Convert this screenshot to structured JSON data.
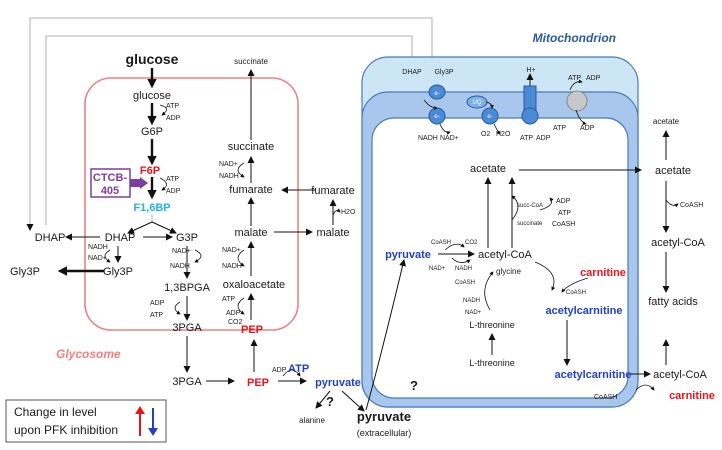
{
  "compartments": {
    "mitochondrion": "Mitochondrion",
    "glycosome": "Glycosome"
  },
  "glycolysis": {
    "glucose_ext": "glucose",
    "glucose": "glucose",
    "g6p": "G6P",
    "f6p": "F6P",
    "f16bp": "F1,6BP",
    "inhibitor": "CTCB-\n405",
    "inhibitor_line1": "CTCB-",
    "inhibitor_line2": "405",
    "dhap_in": "DHAP",
    "g3p": "G3P",
    "bpga": "1,3BPGA",
    "pga_in": "3PGA",
    "gly3p_in": "Gly3P",
    "dhap_out": "DHAP",
    "gly3p_out": "Gly3P",
    "pga_out": "3PGA",
    "pep_in": "PEP",
    "pep_out": "PEP",
    "pyruvate": "pyruvate",
    "pyruvate_ext": "pyruvate",
    "extracellular": "(extracellular)",
    "alanine": "alanine",
    "q1": "?",
    "q2": "?",
    "atp_blue": "ATP"
  },
  "succinate_branch": {
    "succinate_top": "succinate",
    "succinate": "succinate",
    "fumarate_in": "fumarate",
    "fumarate_out": "fumarate",
    "malate_in": "malate",
    "malate_out": "malate",
    "oxaloacetate": "oxaloacetate",
    "h2o": "H2O"
  },
  "cofactors": {
    "atp": "ATP",
    "adp": "ADP",
    "nad": "NAD+",
    "nadh": "NADH",
    "co2": "CO2",
    "coash": "CoASH",
    "succ_coa": "succ-CoA",
    "o2": "O2",
    "h_plus": "H+",
    "e_minus": "e-",
    "ubq": "UQ"
  },
  "mito": {
    "dhap": "DHAP",
    "gly3p": "Gly3P",
    "acetate": "acetate",
    "acetyl_coa": "acetyl-CoA",
    "pyruvate": "pyruvate",
    "glycine": "glycine",
    "l_threonine": "L-threonine",
    "l_threonine_out": "L-threonine",
    "carnitine": "carnitine",
    "acetylcarnitine": "acetylcarnitine",
    "acetylcarnitine_out": "acetylcarnitine",
    "succinate": "succinate"
  },
  "cytosol_right": {
    "acetate_top": "acetate",
    "acetate": "acetate",
    "acetyl_coa": "acetyl-CoA",
    "fatty_acids": "fatty acids",
    "acetyl_coa_bottom": "acetyl-CoA",
    "carnitine": "carnitine",
    "coash": "CoASH"
  },
  "legend": {
    "line1": "Change in level",
    "line2": "upon PFK inhibition"
  },
  "colors": {
    "glycosome_border": "#f08080",
    "mito_outer": "#cde6f5",
    "mito_inner": "#a9c6ec",
    "mito_matrix": "#ffffff",
    "red": "#e8141c",
    "blue": "#1f3fc4",
    "cyan": "#28aee3",
    "inhibitor": "#7b3fa0"
  }
}
